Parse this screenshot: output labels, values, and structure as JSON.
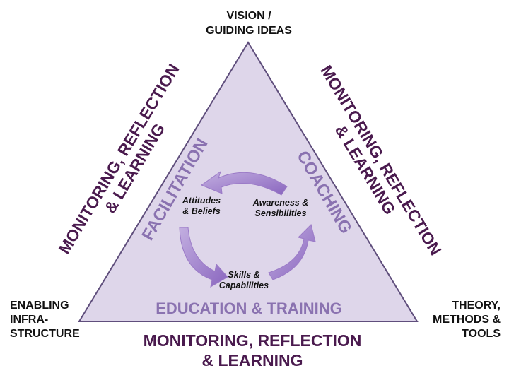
{
  "colors": {
    "triangle_fill": "#ded6ea",
    "triangle_stroke": "#5f4e7c",
    "monitoring_text": "#4a1a4e",
    "inner_label": "#8a72b0",
    "arrow": "#9b7bc7",
    "corner_text": "#111111"
  },
  "corners": {
    "top": [
      "VISION /",
      "GUIDING IDEAS"
    ],
    "bottom_left": [
      "ENABLING",
      "INFRA-",
      "STRUCTURE"
    ],
    "bottom_right": [
      "THEORY,",
      "METHODS &",
      "TOOLS"
    ]
  },
  "monitoring": {
    "left": [
      "MONITORING, REFLECTION",
      "& LEARNING"
    ],
    "right": [
      "MONITORING, REFLECTION",
      "& LEARNING"
    ],
    "bottom": [
      "MONITORING, REFLECTION",
      "& LEARNING"
    ]
  },
  "inner": {
    "left_side": "FACILITATION",
    "right_side": "COACHING",
    "base": "EDUCATION & TRAINING"
  },
  "cycle": {
    "attitudes": [
      "Attitudes",
      "& Beliefs"
    ],
    "awareness": [
      "Awareness &",
      "Sensibilities"
    ],
    "skills": [
      "Skills &",
      "Capabilities"
    ],
    "arrow_icon": "curved-arrow-icon"
  }
}
